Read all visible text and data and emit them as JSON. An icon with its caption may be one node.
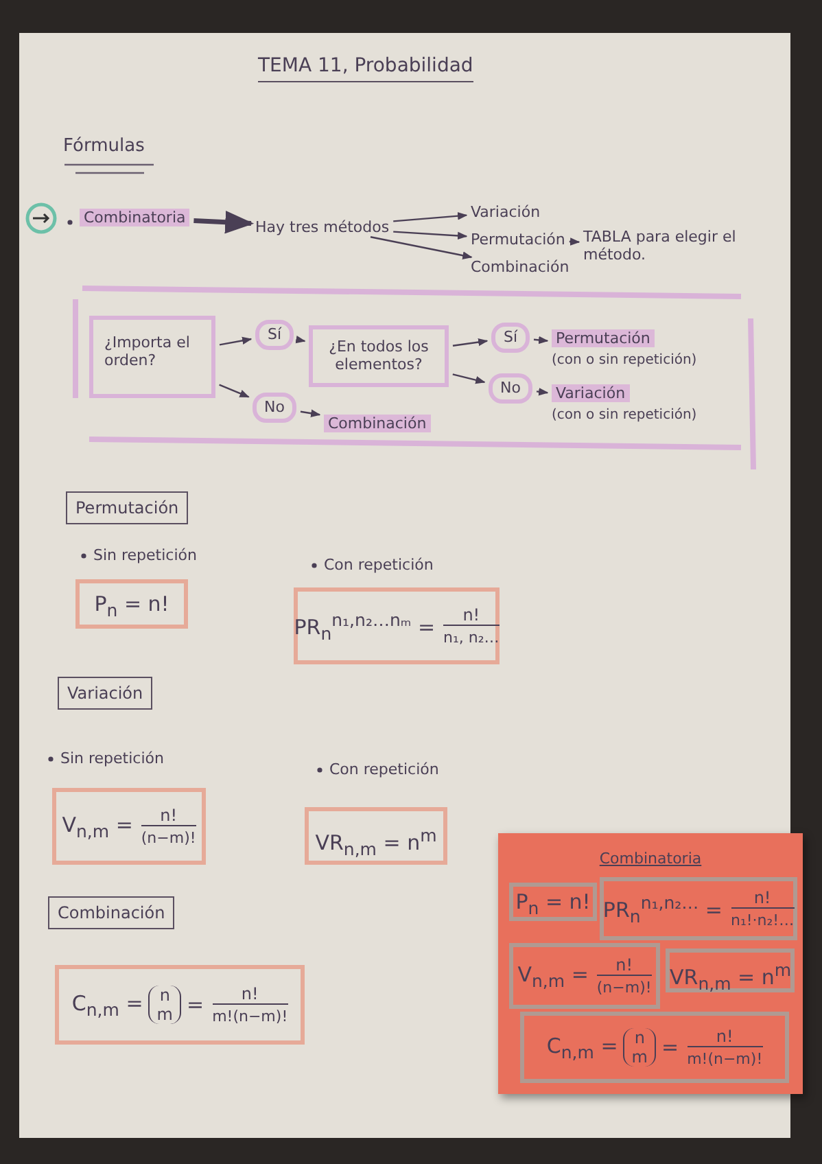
{
  "diagram": {
    "title": "TEMA 11, Probabilidad",
    "nodes": [
      {
        "text": [
          "Combinatoria"
        ]
      },
      {
        "text": [
          "Hay tres métodos"
        ]
      },
      {
        "text": [
          "Variación"
        ]
      },
      {
        "text": [
          "Permutación"
        ]
      },
      {
        "text": [
          "Combinación"
        ]
      },
      {
        "text": [
          "TABLA para elegir el método."
        ]
      },
      {
        "text": [
          "¿Importa el orden?"
        ]
      },
      {
        "text": [
          "Sí"
        ]
      },
      {
        "text": [
          "¿En todos los elementos?"
        ]
      },
      {
        "text": [
          "No"
        ]
      },
      {
        "text": [
          "Combinación"
        ]
      },
      {
        "text": [
          "Sí"
        ]
      },
      {
        "text": [
          "Permutación",
          "(con o sin repetición)"
        ]
      },
      {
        "text": [
          "No"
        ]
      },
      {
        "text": [
          "Variación",
          "(con o sin repetición)"
        ]
      },
      {
        "text": [
          "Permutación"
        ]
      },
      {
        "text": [
          "P$_{n}$ = n!"
        ]
      },
      {
        "text": [
          "PR$_{n}$$^{n₁,n₂…nₘ}$ =",
          "n!",
          "n₁, n₂…"
        ]
      },
      {
        "text": [
          "Variación"
        ]
      },
      {
        "text": [
          "V$_{n,m}$ =",
          "n!",
          "(n−m)!"
        ]
      },
      {
        "text": [
          "VR$_{n,m}$ = n$^{m}$"
        ]
      },
      {
        "text": [
          "Combinación"
        ]
      },
      {
        "text": [
          "C$_{n,m}$ =",
          "n",
          "m",
          "=",
          "n!",
          "m!(n−m)!"
        ]
      },
      {
        "text": [
          "Combinatoria"
        ]
      },
      {
        "text": [
          "P$_{n}$ = n!"
        ],
        "in": 23
      },
      {
        "text": [
          "PR$_{n}$$^{n₁,n₂…}$ =",
          "n!",
          "n₁!·n₂!…"
        ],
        "in": 23
      },
      {
        "text": [
          "V$_{n,m}$ =",
          "n!",
          "(n−m)!"
        ],
        "in": 23
      },
      {
        "text": [
          "VR$_{n,m}$ = n$^{m}$"
        ],
        "in": 23
      },
      {
        "text": [
          "C$_{n,m}$ =",
          "n",
          "m",
          "=",
          "n!",
          "m!(n−m)!"
        ],
        "in": 23
      }
    ],
    "edges": [
      {
        "from": 0,
        "to": 1,
        "arrow": "to",
        "style": "thick"
      },
      {
        "from": 1,
        "to": 2,
        "arrow": "to"
      },
      {
        "from": 1,
        "to": 3,
        "arrow": "to"
      },
      {
        "from": 1,
        "to": 4,
        "arrow": "to"
      },
      {
        "from": 3,
        "to": 5,
        "arrow": "to"
      },
      {
        "from": 6,
        "to": 7,
        "arrow": "to"
      },
      {
        "from": 7,
        "to": 8,
        "arrow": "to"
      },
      {
        "from": 6,
        "to": 9,
        "arrow": "to"
      },
      {
        "from": 9,
        "to": 10,
        "arrow": "to"
      },
      {
        "from": 8,
        "to": 11,
        "arrow": "to"
      },
      {
        "from": 11,
        "to": 12,
        "arrow": "to"
      },
      {
        "from": 8,
        "to": 13,
        "arrow": "to"
      },
      {
        "from": 13,
        "to": 14,
        "arrow": "to"
      }
    ],
    "labels": [
      "Fórmulas",
      "Sin repetición",
      "Con repetición",
      "Sin repetición",
      "Con repetición"
    ]
  }
}
